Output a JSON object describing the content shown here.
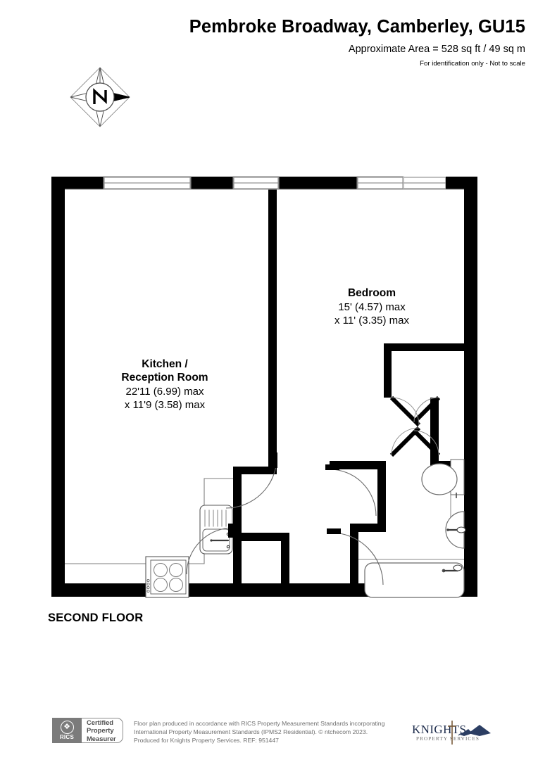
{
  "header": {
    "title": "Pembroke Broadway, Camberley, GU15",
    "area": "Approximate Area = 528 sq ft / 49 sq m",
    "disclaimer": "For identification only - Not to scale"
  },
  "compass": {
    "label": "N"
  },
  "floor_plan": {
    "floor_label": "SECOND FLOOR",
    "rooms": [
      {
        "name": "kitchen-reception-room",
        "label_line1": "Kitchen /",
        "label_line2": "Reception Room",
        "dim_line1": "22'11 (6.99) max",
        "dim_line2": "x 11'9 (3.58) max"
      },
      {
        "name": "bedroom",
        "label_line1": "Bedroom",
        "dim_line1": "15' (4.57) max",
        "dim_line2": "x 11' (3.35) max"
      }
    ],
    "fixtures": [
      "sink-with-drainer",
      "hob-four-burner",
      "toilet",
      "wash-basin",
      "bath"
    ],
    "windows_count": 4,
    "colors": {
      "wall": "#000000",
      "fixture_outline": "#555555",
      "window_outline": "#8a8a8a"
    }
  },
  "footer": {
    "rics": {
      "mark_word": "RICS",
      "cert_line1": "Certified",
      "cert_line2": "Property",
      "cert_line3": "Measurer"
    },
    "legal_line1": "Floor plan produced in accordance with RICS Property Measurement Standards incorporating",
    "legal_line2": "International Property Measurement Standards (IPMS2 Residential).   © ntchecom 2023.",
    "legal_line3": "Produced for Knights Property Services.   REF:  951447",
    "knights": {
      "name": "KNIGHTS",
      "tagline": "PROPERTY   SERVICES"
    }
  }
}
